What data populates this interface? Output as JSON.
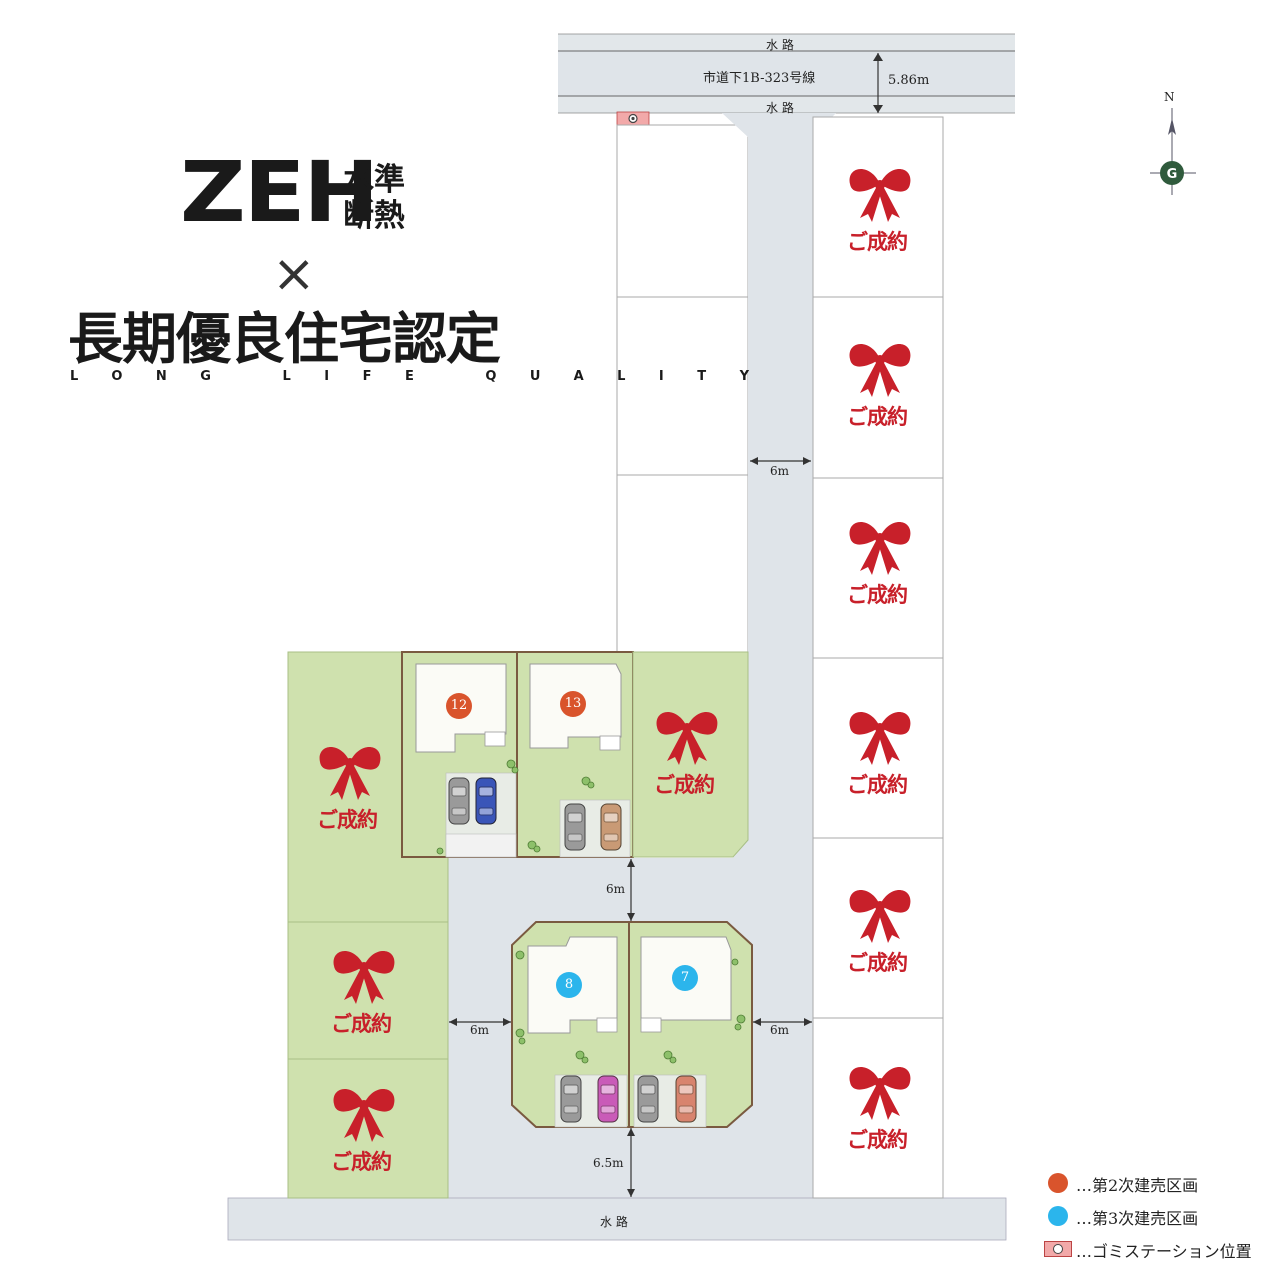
{
  "headline": {
    "zeh": "ZEH",
    "zeh_sub_line1": "水準",
    "zeh_sub_line2": "断熱",
    "times": "×",
    "certification": "長期優良住宅認定",
    "certification_en": "LONG LIFE QUALITY"
  },
  "map": {
    "top_road": "市道下1B-323号線",
    "top_road_width": "5.86m",
    "waterway_top_upper": "水 路",
    "waterway_top_lower": "水 路",
    "waterway_bottom": "水 路",
    "north": "N",
    "sold_label": "ご成約",
    "dims": {
      "main_road": "6m",
      "middle_road": "6m",
      "left_road": "6m",
      "right_road": "6m",
      "bottom_road": "6.5m"
    },
    "lots": [
      {
        "number": "12",
        "phase": "second",
        "color": "#d9542c"
      },
      {
        "number": "13",
        "phase": "second",
        "color": "#d9542c"
      },
      {
        "number": "8",
        "phase": "third",
        "color": "#2bb5ec"
      },
      {
        "number": "7",
        "phase": "third",
        "color": "#2bb5ec"
      }
    ]
  },
  "legend": {
    "second": {
      "text": "…第2次建売区画",
      "color": "#d9542c"
    },
    "third": {
      "text": "…第3次建売区画",
      "color": "#2bb5ec"
    },
    "garbage": {
      "text": "…ゴミステーション位置",
      "color": "#f2a9a9"
    }
  },
  "colors": {
    "road": "#dfe4e9",
    "green_lot": "#cfe1ae",
    "lot_border": "#7a5a40",
    "ribbon": "#c8202a"
  }
}
